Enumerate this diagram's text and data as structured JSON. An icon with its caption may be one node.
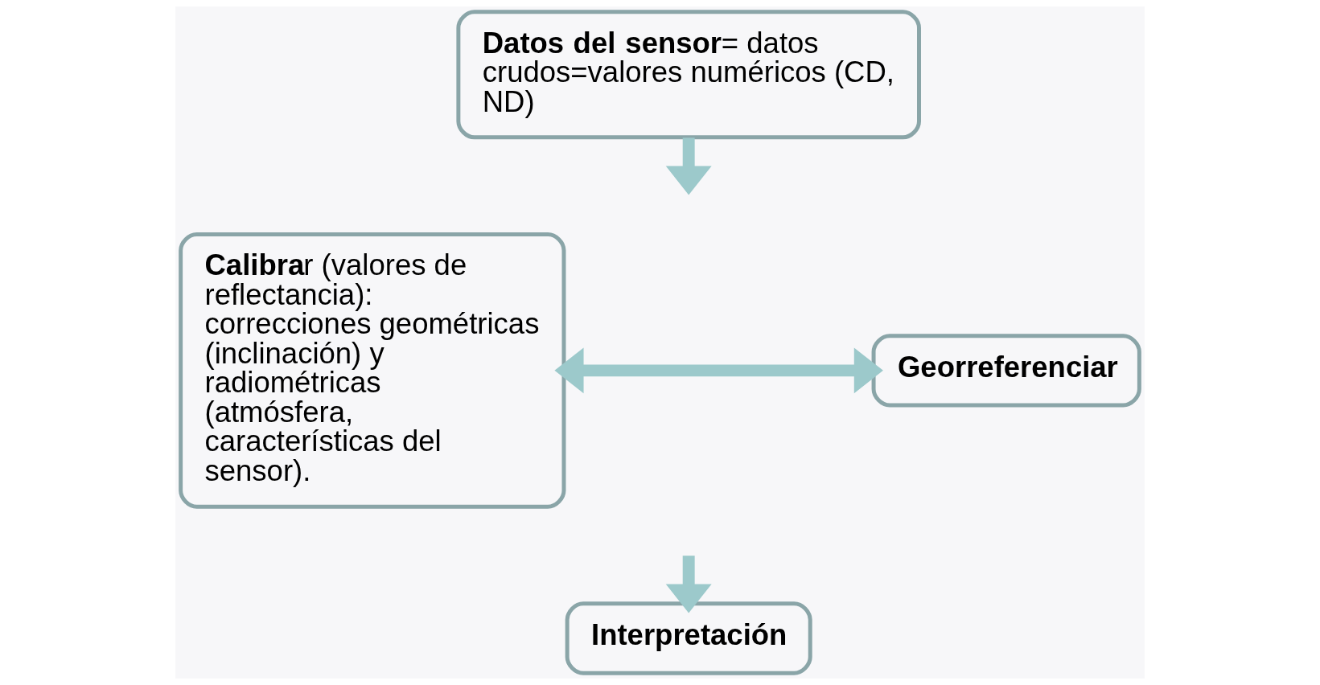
{
  "diagram": {
    "nodes": [
      {
        "text": [
          "**Datos del sensor**= datos crudos=valores numéricos (CD, ND)"
        ]
      },
      {
        "text": [
          "**Calibra**r (valores de reflectancia): correcciones geométricas (inclinación) y radiométricas (atmósfera, características del sensor)."
        ]
      },
      {
        "text": [
          "Georreferenciar"
        ]
      },
      {
        "text": [
          "Interpretación"
        ]
      }
    ],
    "edges": [
      {
        "from": 0,
        "to": null,
        "arrow": "to"
      },
      {
        "from": 1,
        "to": 2,
        "arrow": "both"
      },
      {
        "from": null,
        "to": 3,
        "arrow": "to"
      }
    ]
  }
}
